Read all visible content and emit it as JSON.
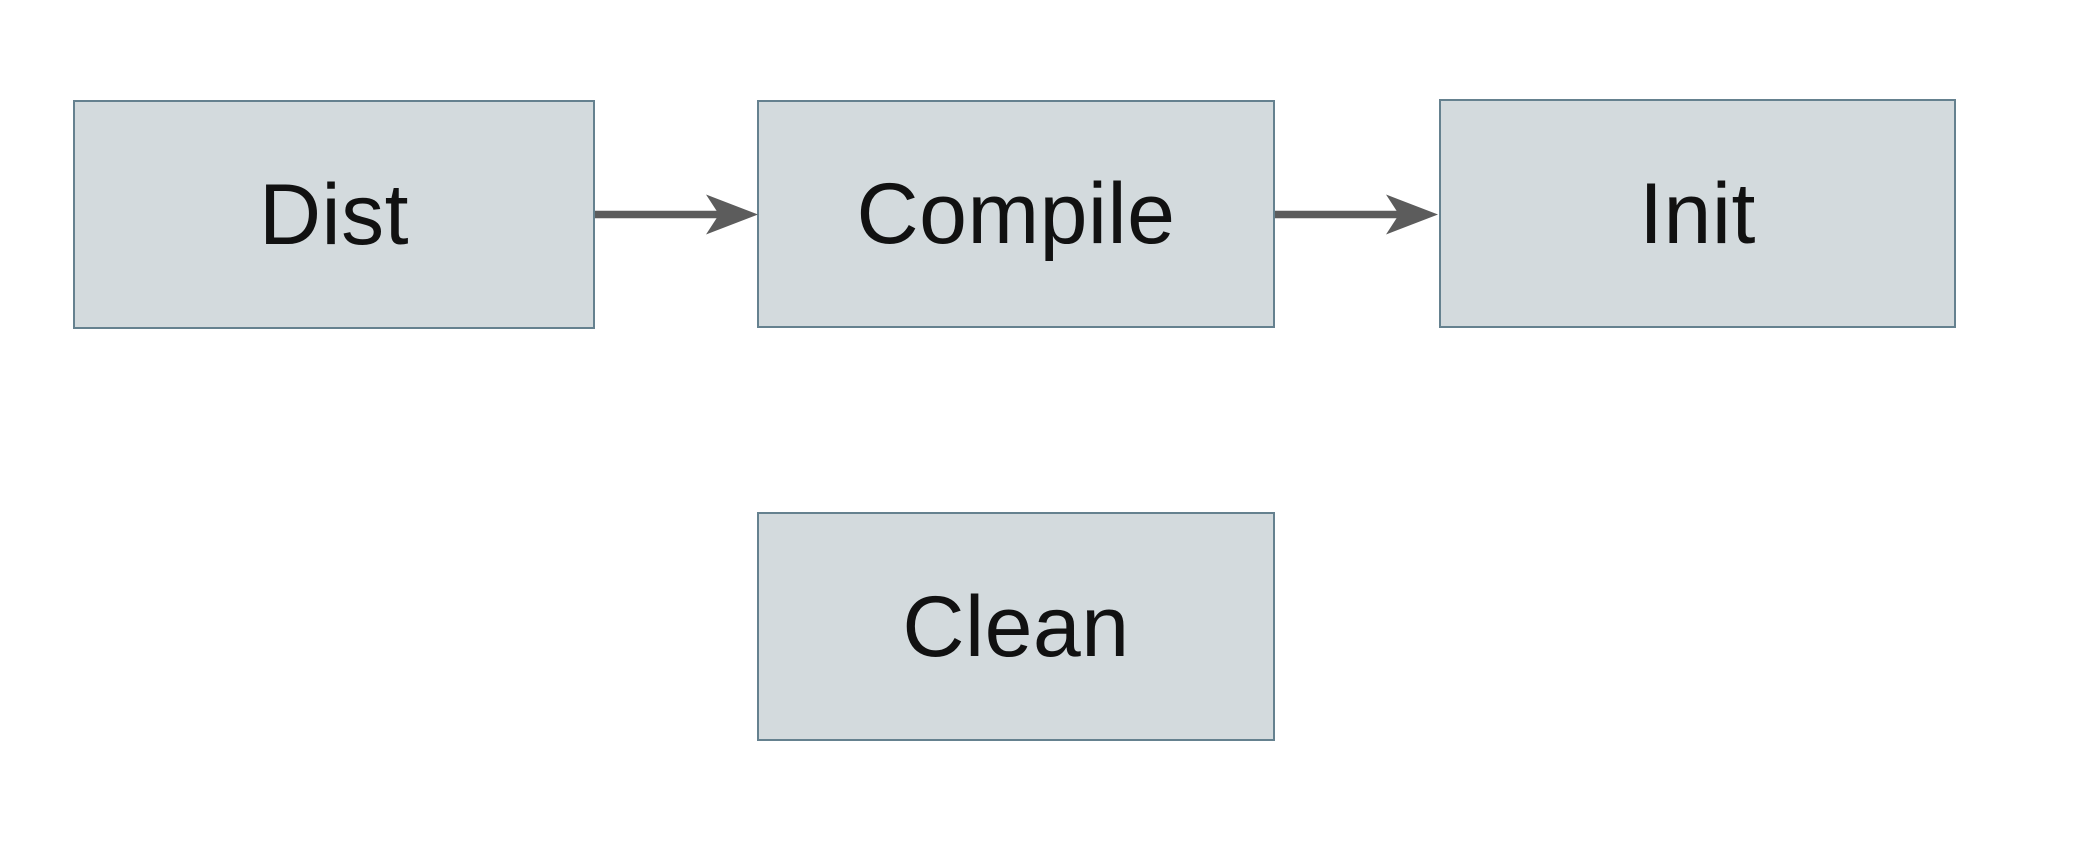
{
  "diagram": {
    "title": "build-targets-flow",
    "nodes": [
      {
        "id": "dist",
        "label": "Dist"
      },
      {
        "id": "compile",
        "label": "Compile"
      },
      {
        "id": "init",
        "label": "Init"
      },
      {
        "id": "clean",
        "label": "Clean"
      }
    ],
    "edges": [
      {
        "from": "dist",
        "to": "compile",
        "direction": "right"
      },
      {
        "from": "compile",
        "to": "init",
        "direction": "right"
      }
    ],
    "colors": {
      "node_fill": "#d3dadd",
      "node_border": "#65818f",
      "arrow": "#5c5c5c",
      "text": "#111111",
      "background": "#ffffff"
    }
  }
}
